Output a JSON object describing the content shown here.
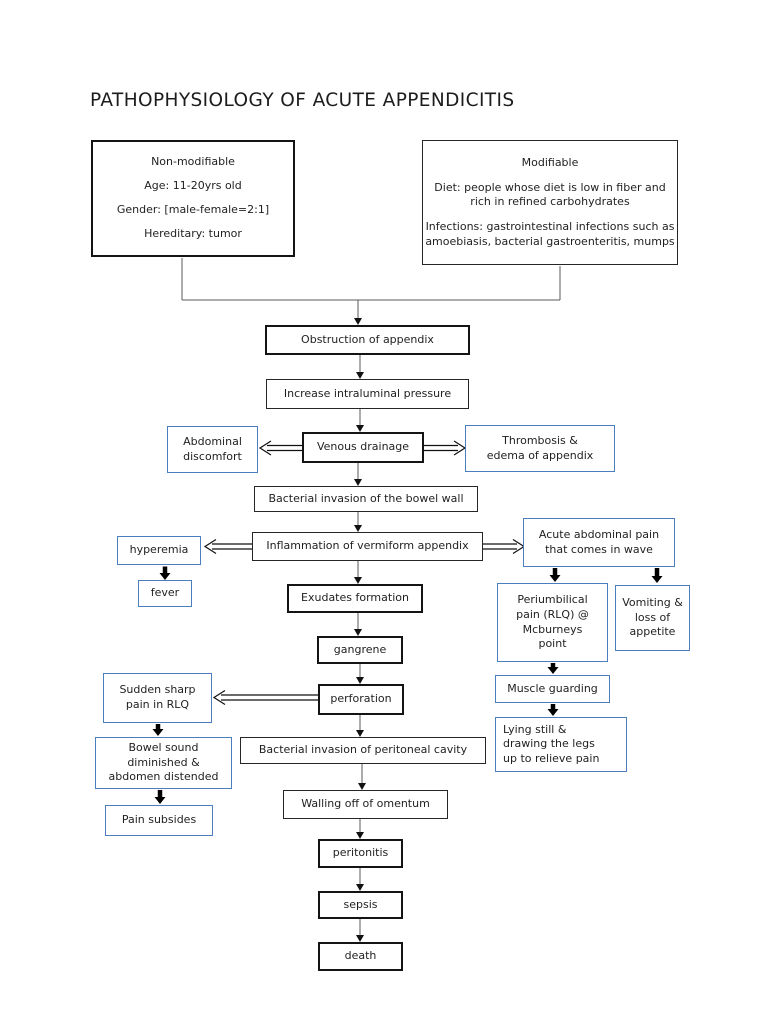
{
  "title": "PATHOPHYSIOLOGY OF ACUTE APPENDICITIS",
  "risk_factors": {
    "non_modifiable": {
      "heading": "Non-modifiable",
      "age": "Age: 11-20yrs old",
      "gender": "Gender: [male-female=2:1]",
      "hereditary": "Hereditary: tumor"
    },
    "modifiable": {
      "heading": "Modifiable",
      "diet": "Diet: people whose diet is low in fiber and rich in refined carbohydrates",
      "infections": "Infections: gastrointestinal infections such as amoebiasis, bacterial gastroenteritis, mumps"
    }
  },
  "flow": {
    "obstruction": "Obstruction of appendix",
    "increase_pressure": "Increase intraluminal pressure",
    "venous_drainage": "Venous drainage",
    "bowel_wall_invasion": "Bacterial invasion of the bowel wall",
    "inflammation": "Inflammation of vermiform appendix",
    "exudates": "Exudates formation",
    "gangrene": "gangrene",
    "perforation": "perforation",
    "peritoneal_invasion": "Bacterial invasion of peritoneal cavity",
    "walling_off": "Walling off of omentum",
    "peritonitis": "peritonitis",
    "sepsis": "sepsis",
    "death": "death"
  },
  "manifestations": {
    "abdominal_discomfort": [
      "Abdominal",
      "discomfort"
    ],
    "thrombosis_edema": [
      "Thrombosis &",
      "edema of appendix"
    ],
    "hyperemia": "hyperemia",
    "fever": "fever",
    "acute_pain_wave": [
      "Acute abdominal pain",
      "that comes in wave"
    ],
    "periumbilical_pain": [
      "Periumbilical",
      "pain (RLQ) @",
      "Mcburneys",
      "point"
    ],
    "vomiting_appetite": [
      "Vomiting &",
      "loss of",
      "appetite"
    ],
    "muscle_guarding": "Muscle guarding",
    "lying_still": [
      "Lying still &",
      "drawing the legs",
      "up to relieve pain"
    ],
    "sudden_sharp_pain": [
      "Sudden sharp",
      "pain in RLQ"
    ],
    "bowel_sound": [
      "Bowel sound",
      "diminished &",
      "abdomen distended"
    ],
    "pain_subsides": "Pain subsides"
  },
  "colors": {
    "flow_box_border": "#141414",
    "manifestation_box_border": "#4a7ebf",
    "connector_line": "#595959",
    "arrow_head": "#000000",
    "background": "#ffffff"
  }
}
